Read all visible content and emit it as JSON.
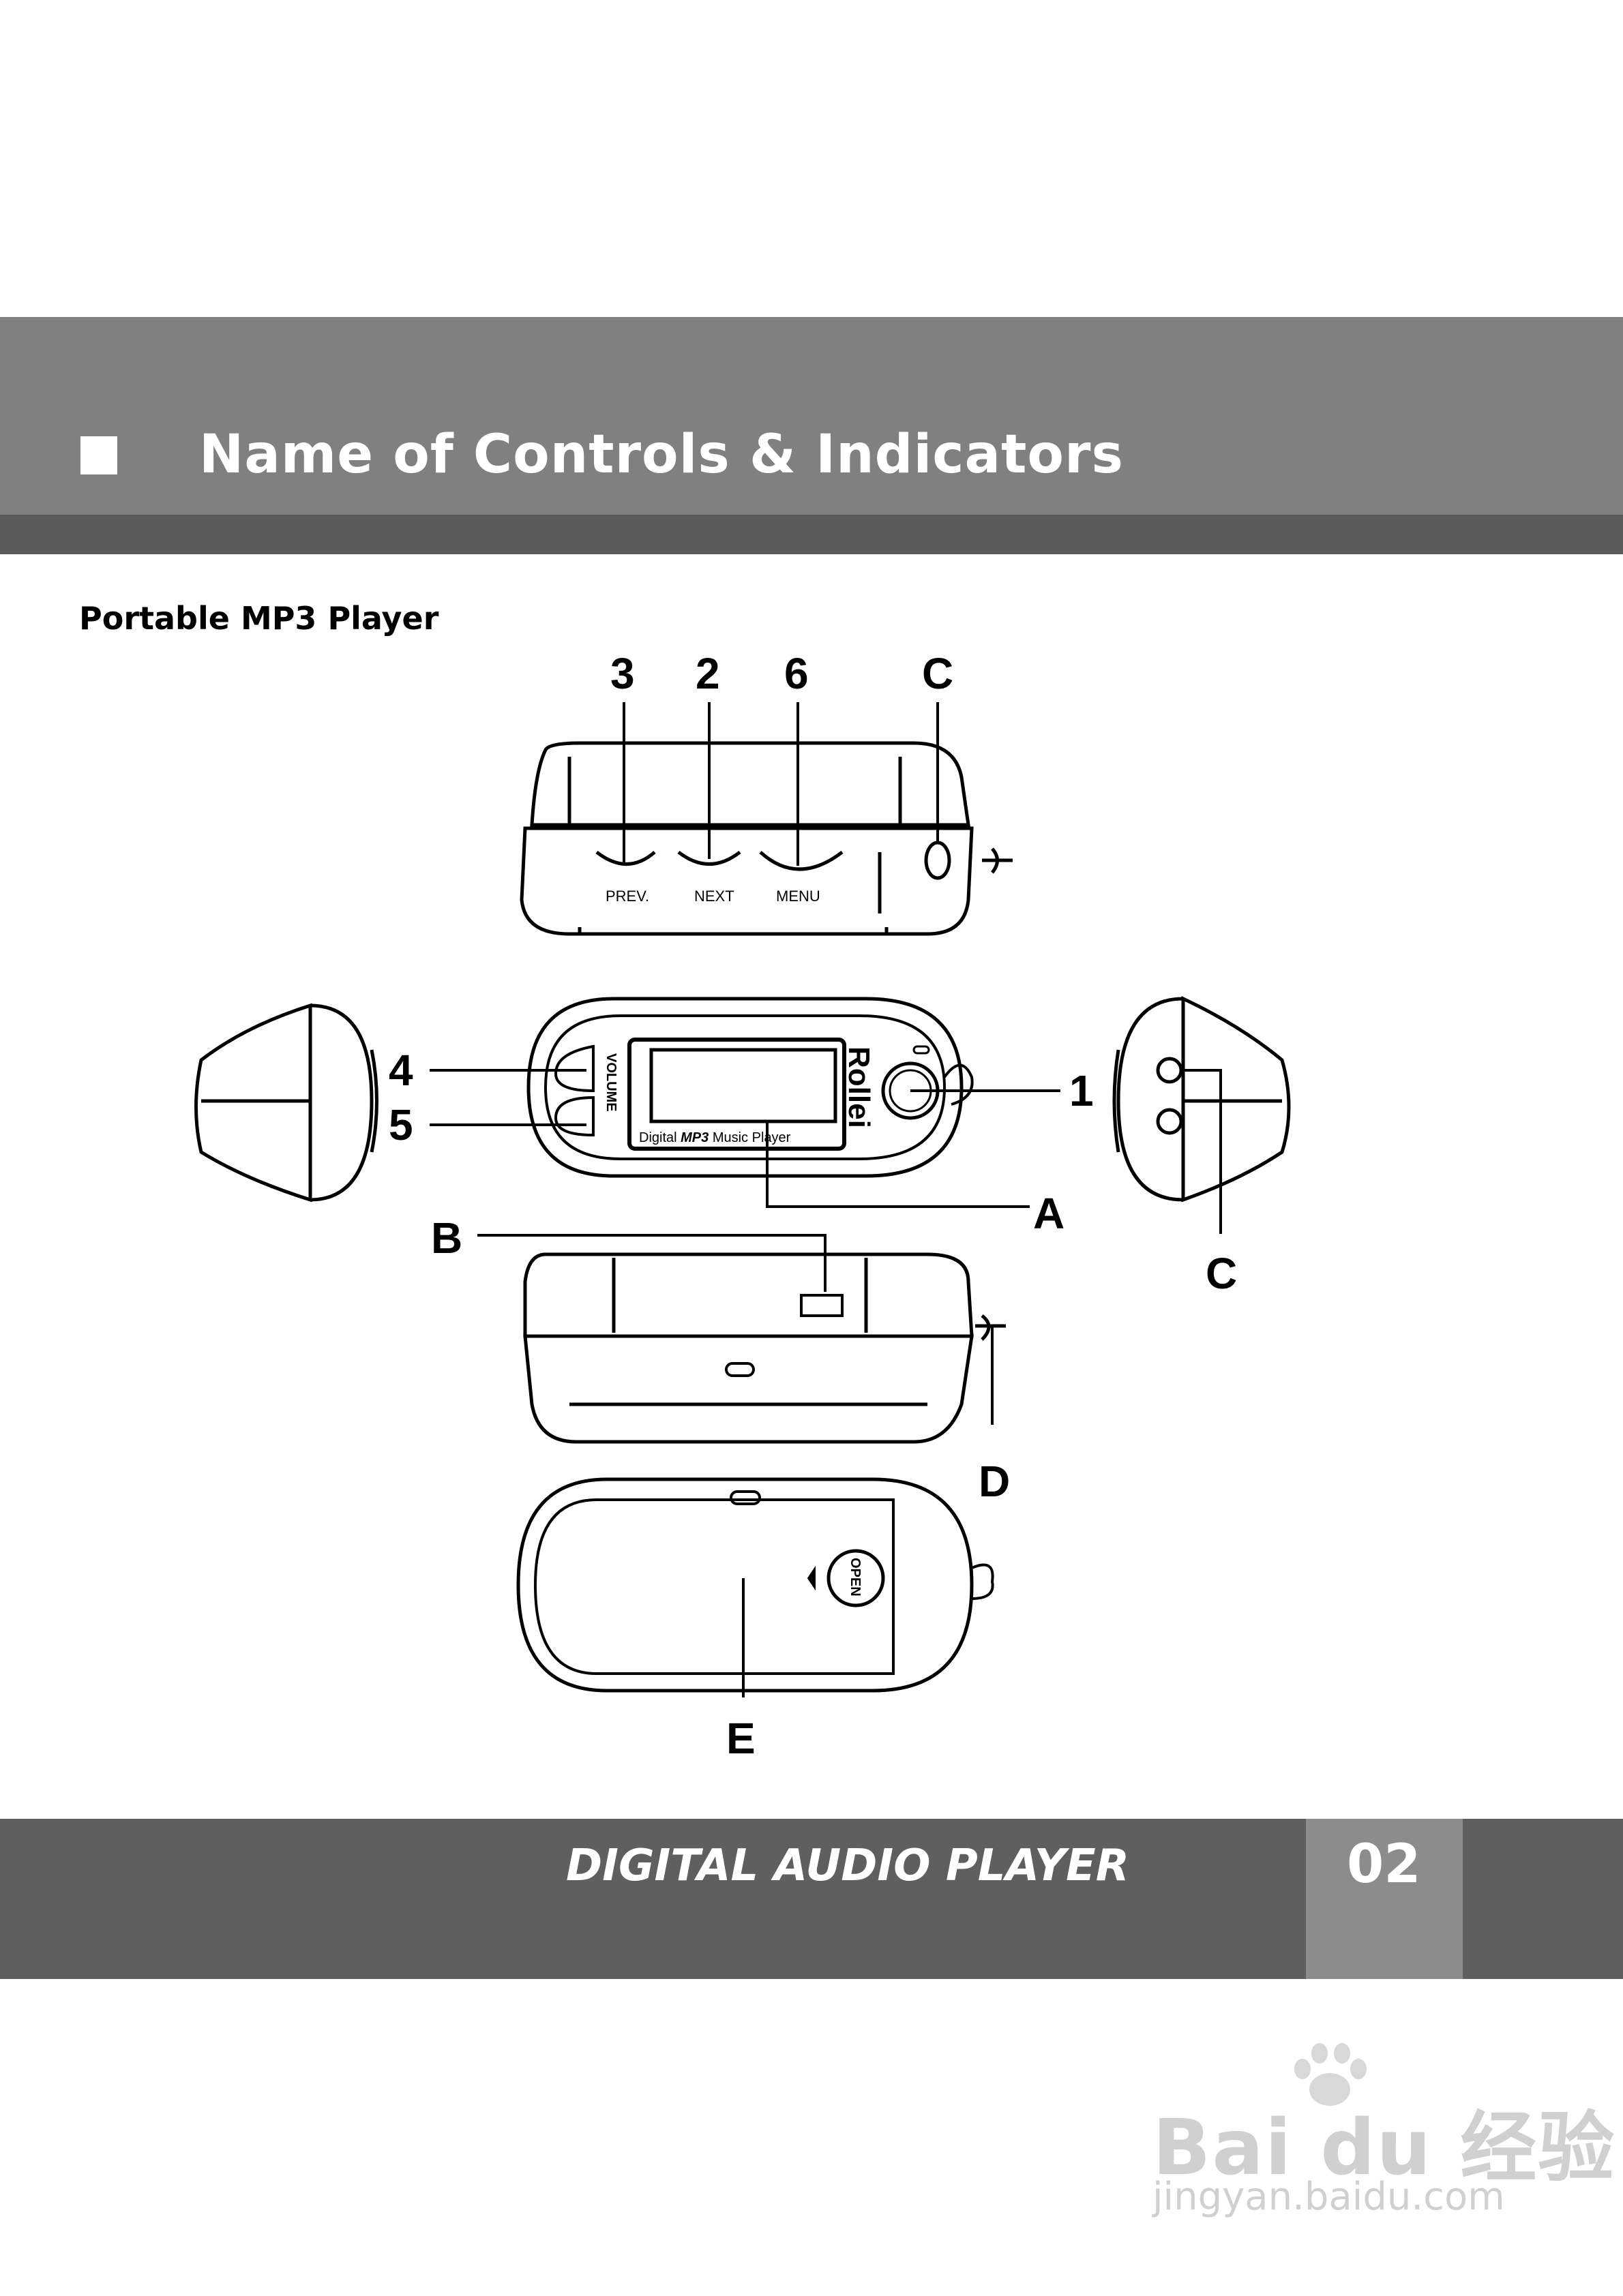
{
  "header": {
    "title": "Name of Controls & Indicators",
    "subtitle": "Portable MP3 Player"
  },
  "diagram": {
    "callouts": {
      "top_3": "3",
      "top_2": "2",
      "top_6": "6",
      "top_c": "C",
      "front_4": "4",
      "front_5": "5",
      "front_1": "1",
      "front_a": "A",
      "side_c": "C",
      "bottom_b": "B",
      "bottom_d": "D",
      "back_e": "E"
    },
    "button_labels": {
      "prev": "PREV.",
      "next": "NEXT",
      "menu": "MENU"
    },
    "device_text": {
      "volume": "VOLUME",
      "brand": "Rollei",
      "screen_caption_pre": "Digital ",
      "screen_caption_mp3": "MP3",
      "screen_caption_post": " Music Player",
      "open": "OPEN"
    }
  },
  "footer": {
    "title": "DIGITAL AUDIO PLAYER",
    "page_number": "02"
  },
  "watermark": {
    "line1": "Bai du 经验",
    "line2": "jingyan.baidu.com"
  },
  "colors": {
    "band": "#808080",
    "strip": "#5a5a5a",
    "footer": "#5f5f5f",
    "footer_box": "#8c8c8c"
  }
}
